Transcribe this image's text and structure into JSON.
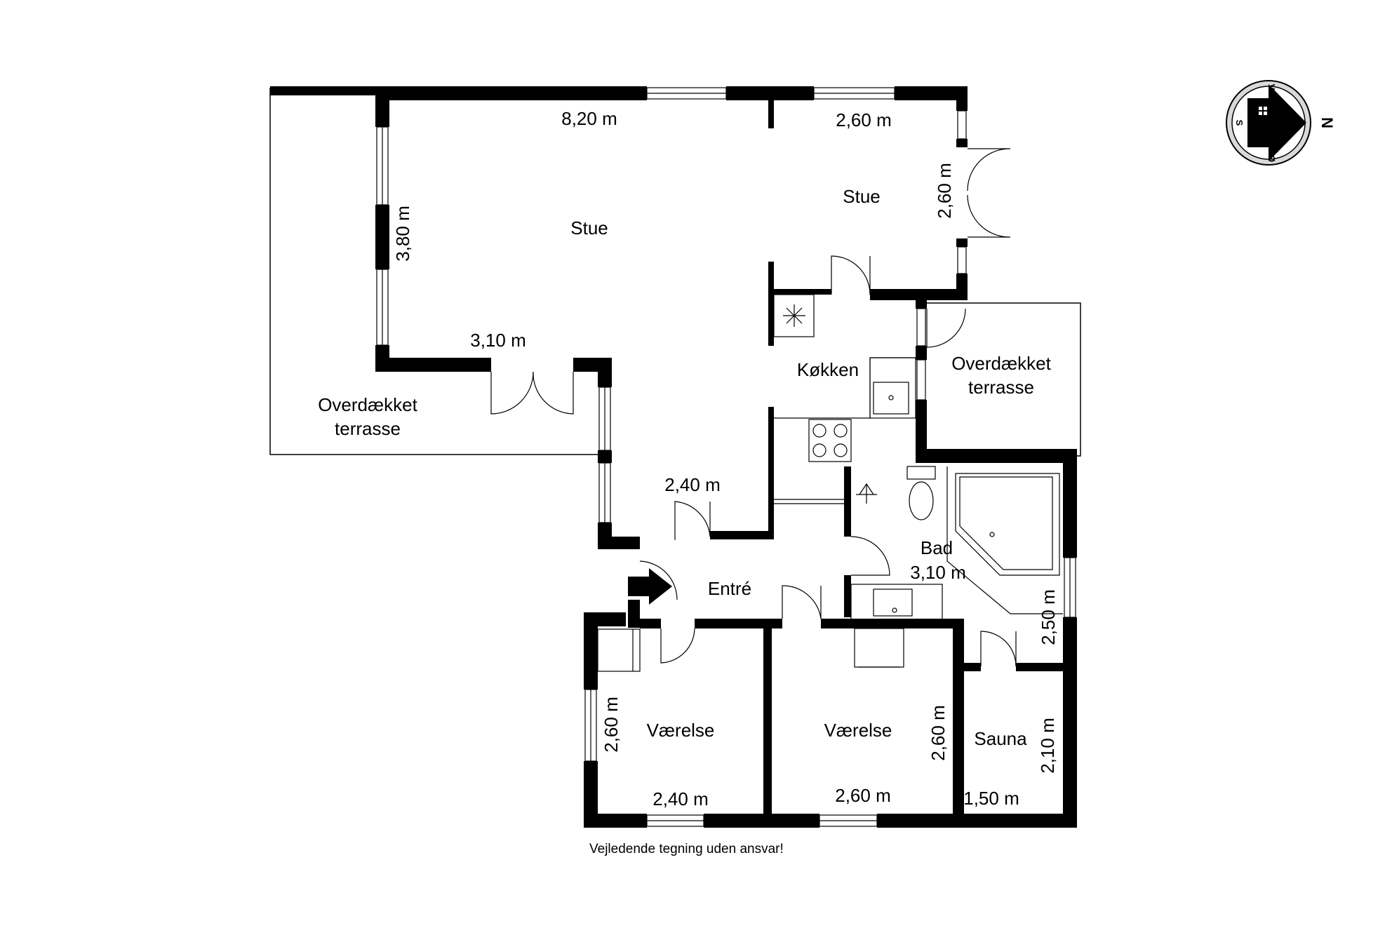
{
  "rooms": {
    "stue_main": "Stue",
    "stue_small": "Stue",
    "terrace_west": [
      "Overdækket",
      "terrasse"
    ],
    "terrace_east": [
      "Overdækket",
      "terrasse"
    ],
    "kitchen": "Køkken",
    "bath": "Bad",
    "entre": "Entré",
    "room_1": "Værelse",
    "room_2": "Værelse",
    "sauna": "Sauna"
  },
  "dimensions": {
    "stue_width": "8,20 m",
    "stue_small_width": "2,60 m",
    "stue_small_depth": "2,60 m",
    "stue_depth": "3,80 m",
    "stue_lower": "3,10 m",
    "hall": "2,40 m",
    "bath_width": "3,10 m",
    "bath_depth": "2,50 m",
    "room_1_depth": "2,60 m",
    "room_1_width": "2,40 m",
    "room_2_depth": "2,60 m",
    "room_2_width": "2,60 m",
    "sauna_depth": "2,10 m",
    "sauna_width": "1,50 m"
  },
  "compass": {
    "north": "N",
    "east": "Ø",
    "south": "S",
    "west": "V"
  },
  "disclaimer": "Vejledende tegning uden ansvar!"
}
